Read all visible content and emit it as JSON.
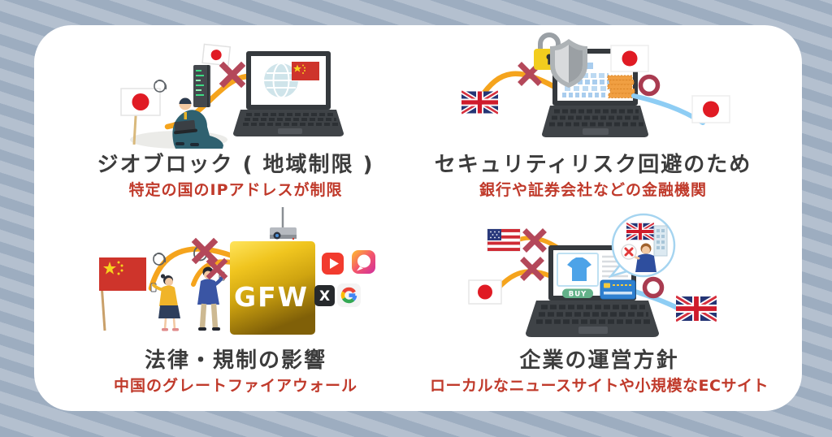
{
  "page": {
    "background_stripe_dark": "#9dadc0",
    "background_stripe_light": "#b4c0cf",
    "card_color": "#ffffff",
    "title_color": "#3c3c3c",
    "subtitle_color": "#c03a2b",
    "arrow_orange": "#f5a41d",
    "cross_red": "#b4485a",
    "ring_red": "#a93b50",
    "arc_blue": "#8ecdf4"
  },
  "sections": {
    "geo_block": {
      "title": "ジオブロック ( 地域制限 )",
      "subtitle": "特定の国のIPアドレスが制限",
      "icons": [
        "japan-flag",
        "person-with-laptop",
        "server",
        "cross",
        "laptop",
        "globe",
        "china-flag"
      ]
    },
    "security": {
      "title": "セキュリティリスク回避のため",
      "subtitle": "銀行や証券会社などの金融機関",
      "icons": [
        "uk-flag",
        "cross",
        "padlock",
        "shield",
        "laptop",
        "documents",
        "coins",
        "japan-flag",
        "ring",
        "japan-flag"
      ]
    },
    "law": {
      "title": "法律・規制の影響",
      "subtitle": "中国のグレートファイアウォール",
      "wall_label": "GFW",
      "icons": [
        "china-flag",
        "two-people-with-phones",
        "cross",
        "cross",
        "firewall-wall",
        "security-camera",
        "youtube",
        "chat-app",
        "x-app",
        "google"
      ]
    },
    "company": {
      "title": "企業の運営方針",
      "subtitle": "ローカルなニュースサイトや小規模なECサイト",
      "buy_label": "BUY",
      "icons": [
        "us-flag",
        "cross",
        "japan-flag",
        "cross",
        "laptop",
        "tshirt-product",
        "buy-button",
        "credit-card",
        "speech-bubble",
        "uk-flag",
        "building",
        "person-with-no-sign",
        "ring",
        "uk-flag"
      ]
    }
  },
  "icons": {
    "x_app_label": "X",
    "google_label": "G"
  }
}
